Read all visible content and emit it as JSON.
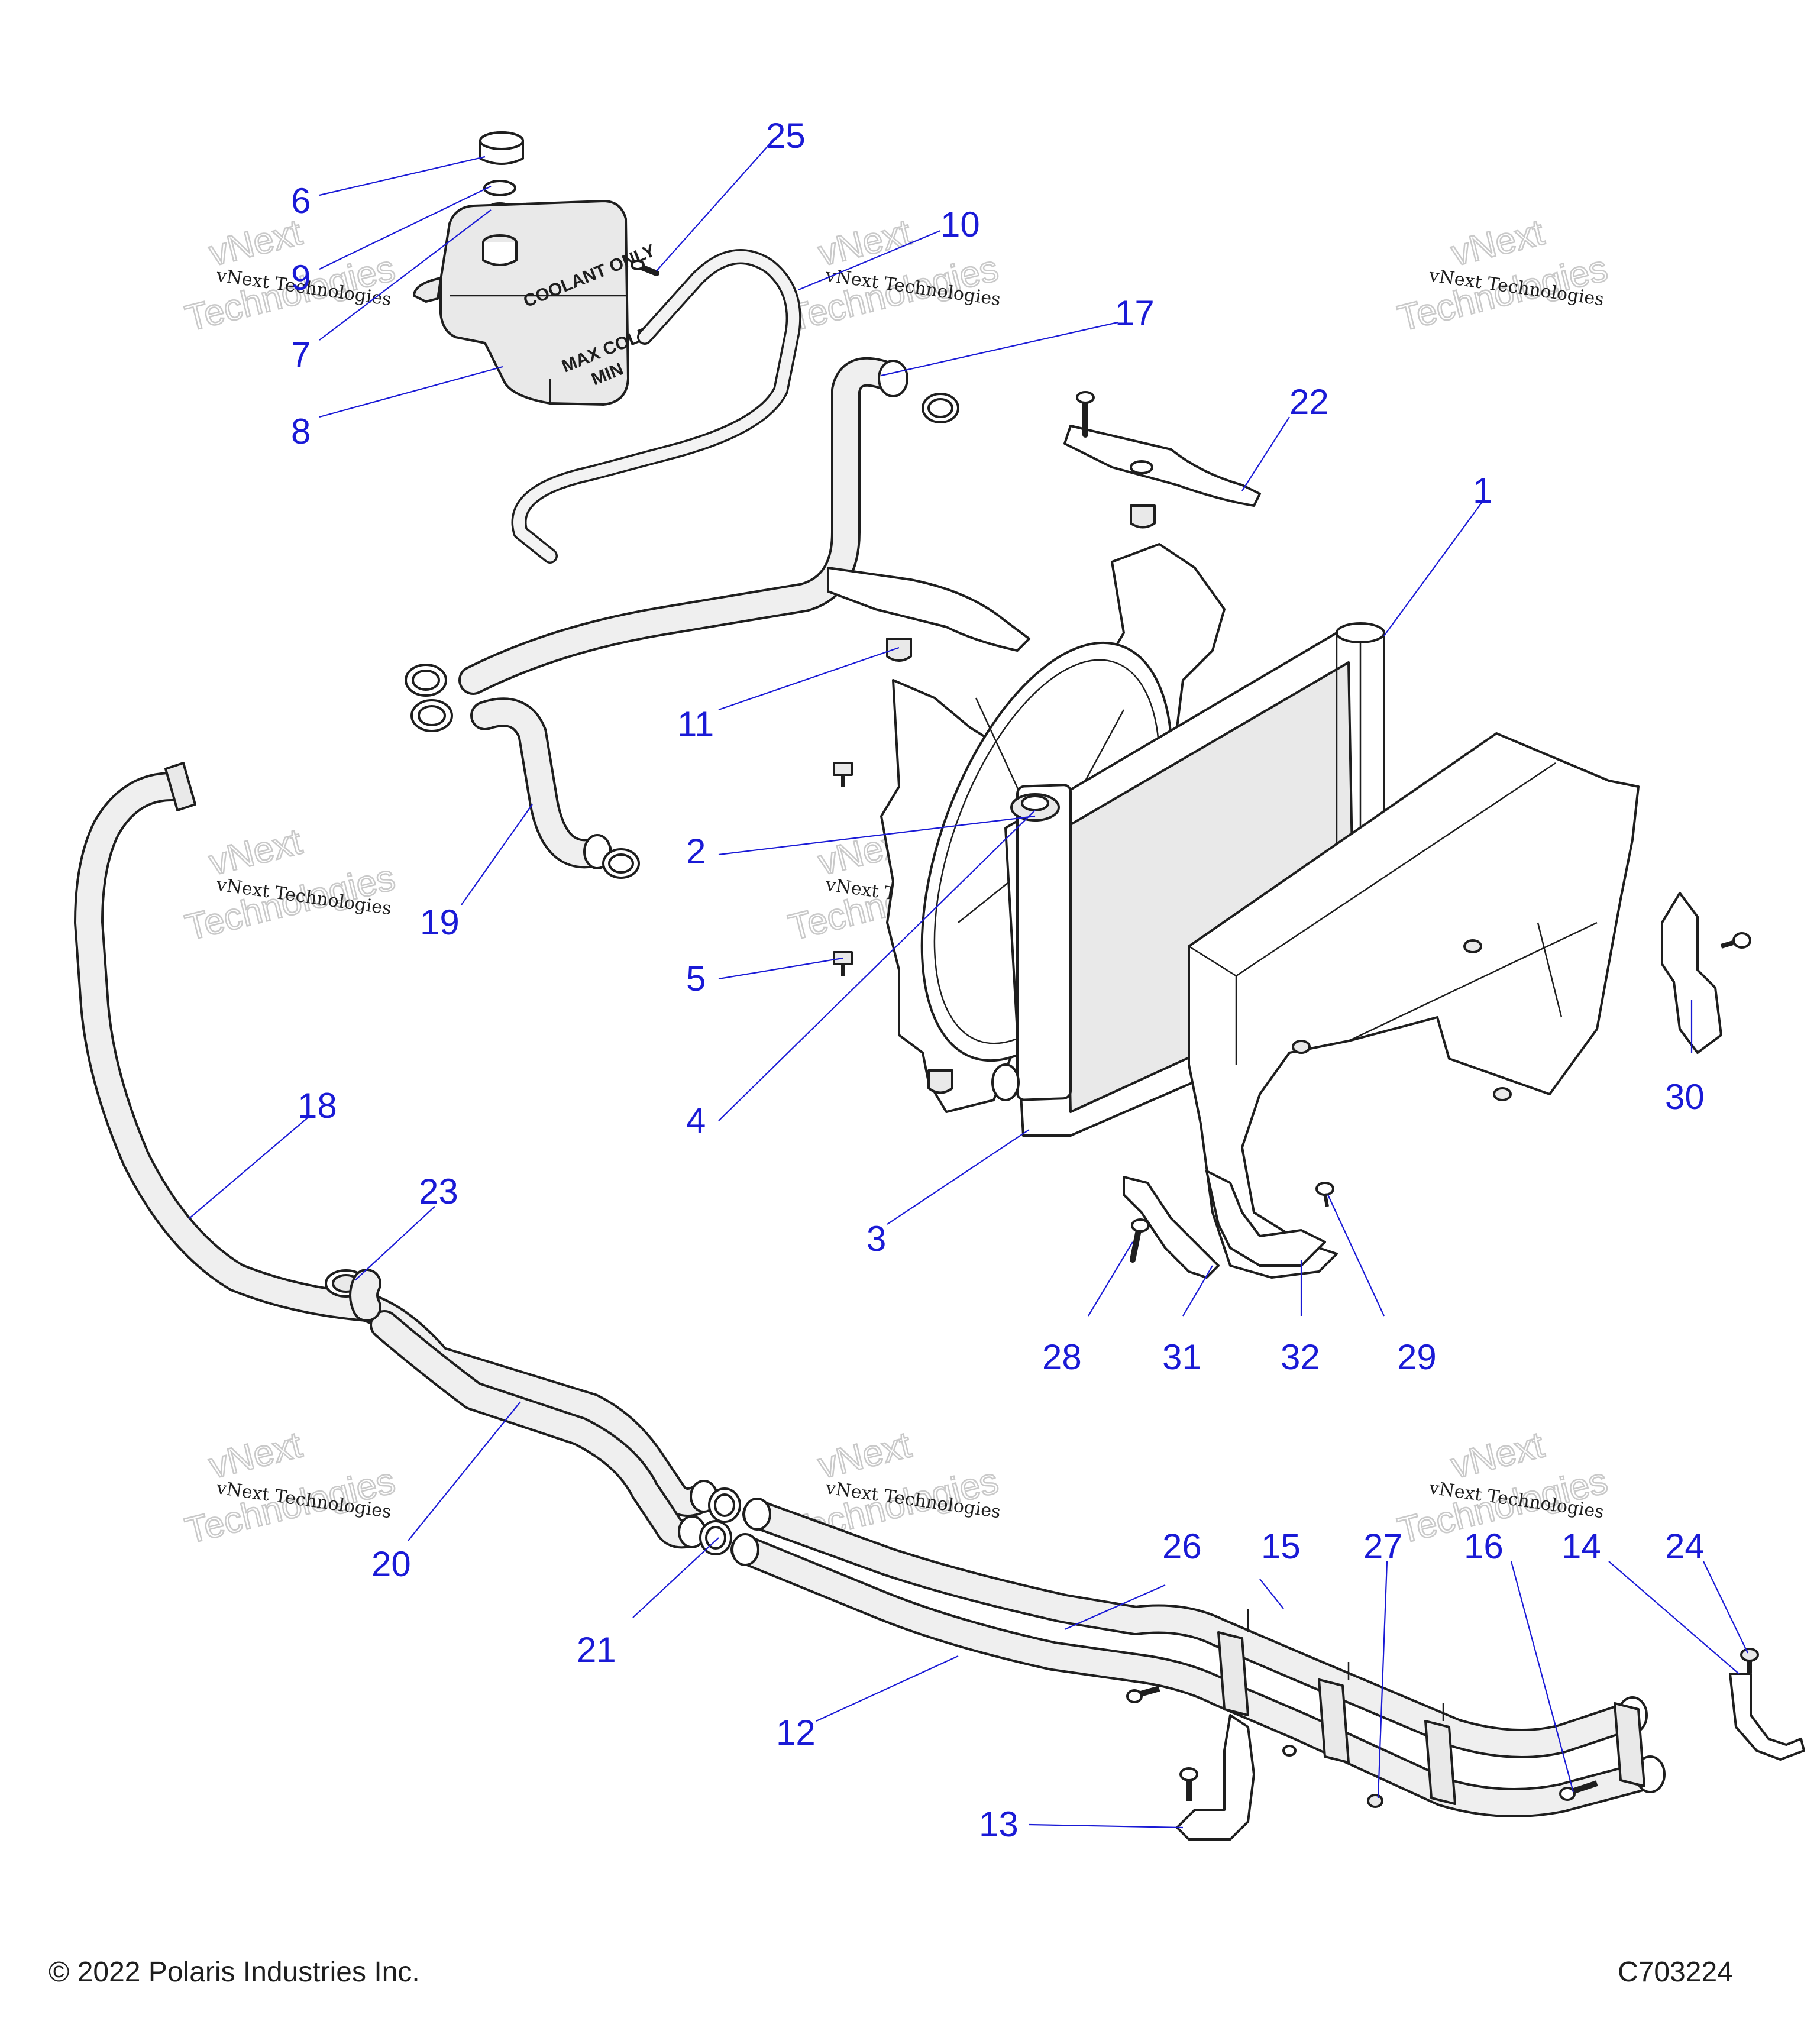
{
  "diagram": {
    "footer_left": "© 2022 Polaris Industries Inc.",
    "footer_right": "C703224",
    "watermark_line1": "vNext Technologies",
    "watermark_line2": "vNext",
    "watermark_line3": "Technologies",
    "tank_label_top": "COOLANT ONLY",
    "tank_label_mid": "MAX COLD",
    "tank_label_low": "MIN",
    "callouts": [
      "1",
      "2",
      "3",
      "4",
      "5",
      "6",
      "7",
      "8",
      "9",
      "10",
      "11",
      "12",
      "13",
      "14",
      "15",
      "16",
      "17",
      "18",
      "19",
      "20",
      "21",
      "22",
      "23",
      "24",
      "25",
      "26",
      "27",
      "28",
      "29",
      "30",
      "31",
      "32"
    ]
  }
}
